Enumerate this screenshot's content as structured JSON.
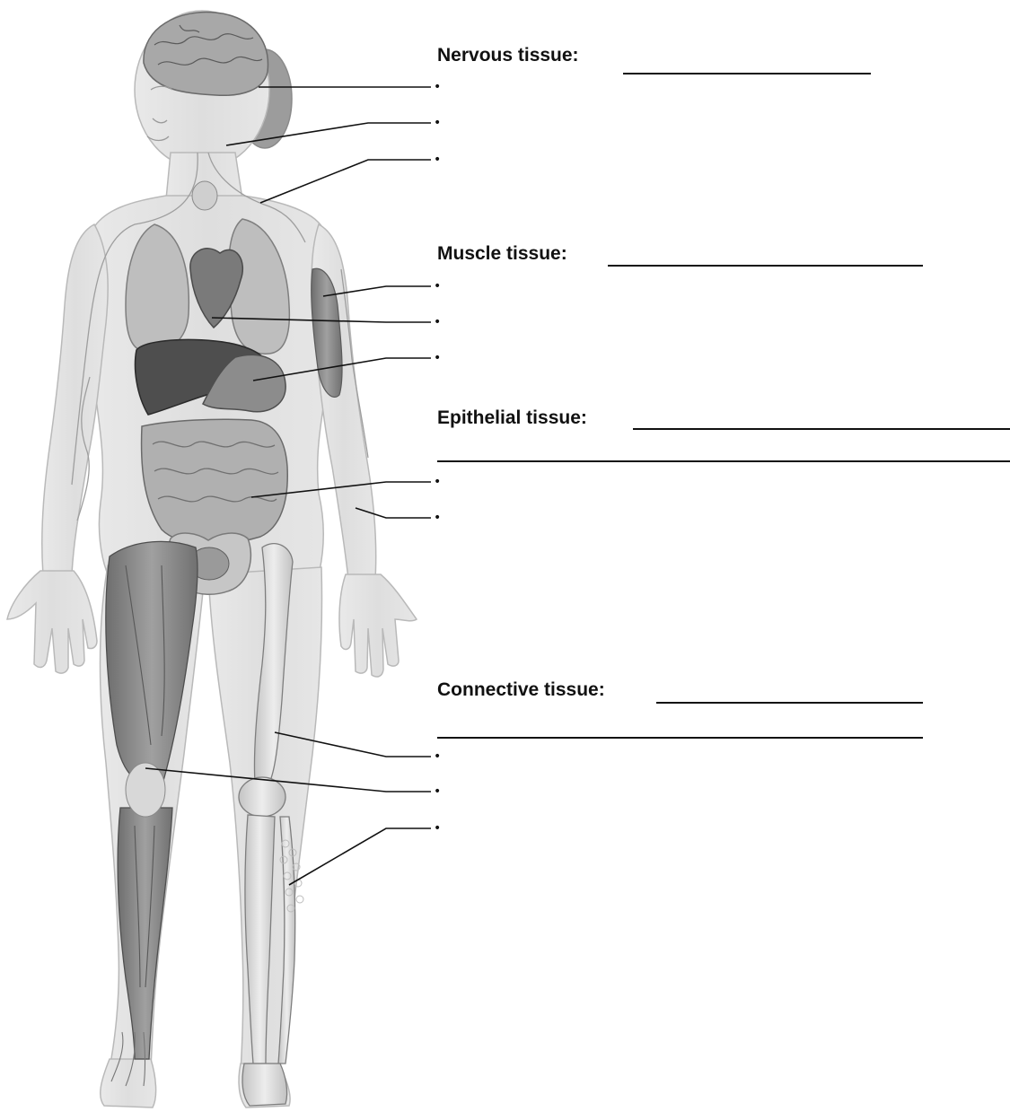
{
  "sections": [
    {
      "id": "nervous",
      "heading": "Nervous tissue:",
      "answer_lines": 1,
      "bullets": 3
    },
    {
      "id": "muscle",
      "heading": "Muscle tissue:",
      "answer_lines": 1,
      "bullets": 3
    },
    {
      "id": "epithelial",
      "heading": "Epithelial tissue:",
      "answer_lines": 2,
      "bullets": 2
    },
    {
      "id": "connective",
      "heading": "Connective tissue:",
      "answer_lines": 2,
      "bullets": 3
    }
  ],
  "bullet_symbol": "•",
  "colors": {
    "body_fill": "#e4e4e4",
    "body_outline": "#b8b8b8",
    "organ_light": "#bdbdbd",
    "organ_dark": "#4a4a4a",
    "muscle": "#8a8a8a",
    "bone": "#d9d9d9",
    "line": "#111111"
  }
}
